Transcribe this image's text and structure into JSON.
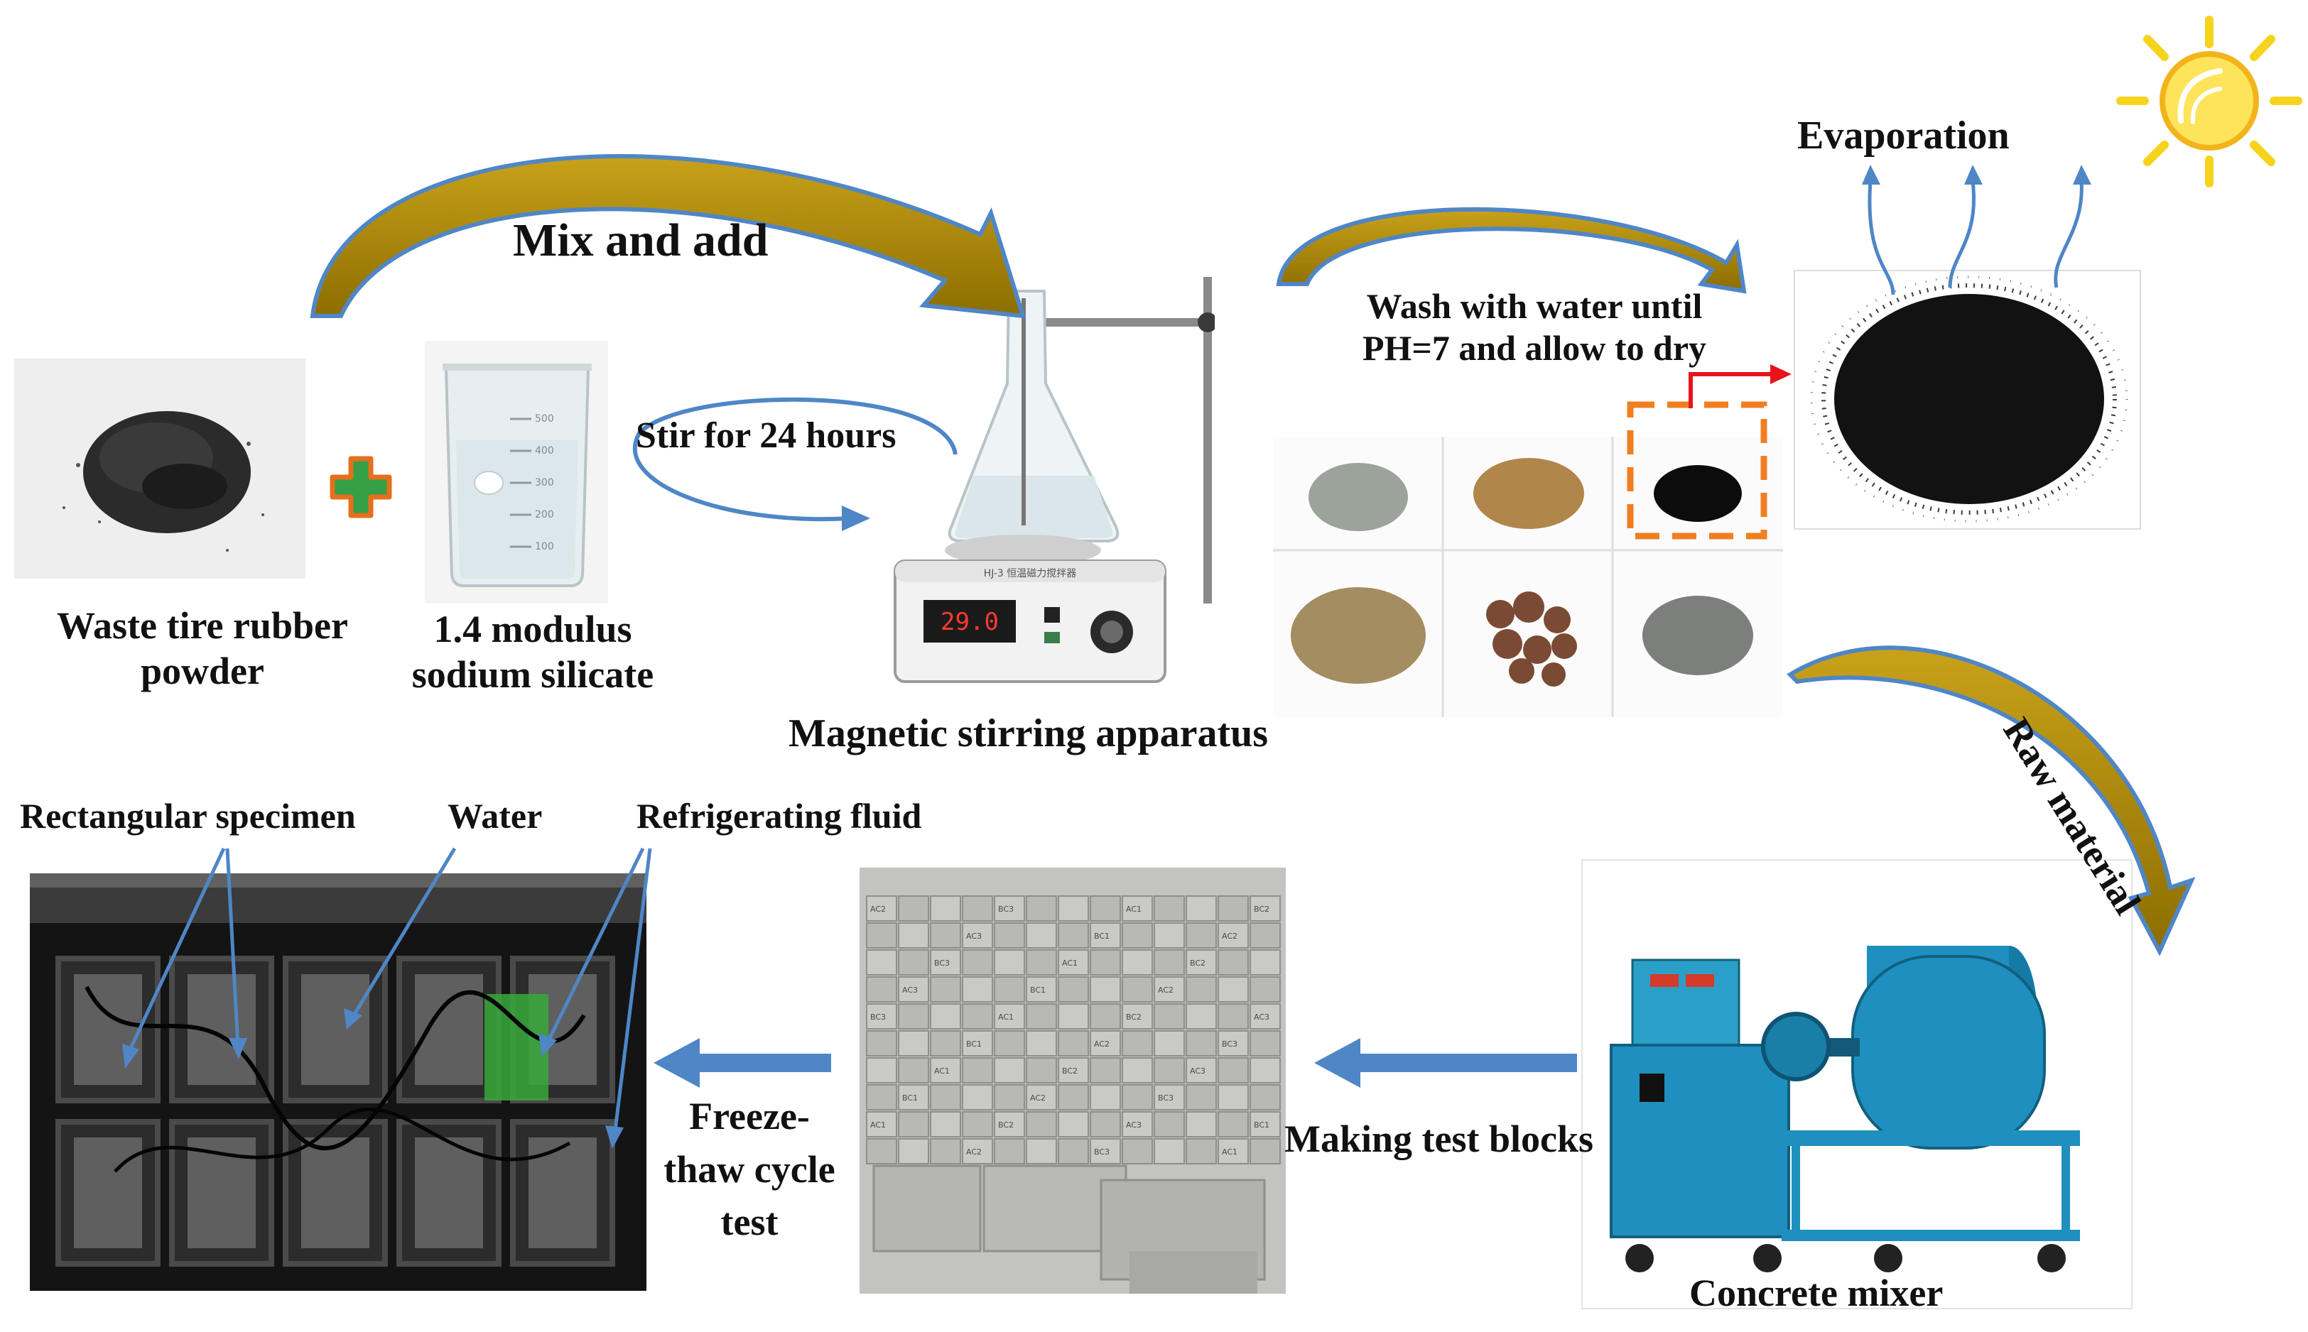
{
  "labels": {
    "mix_and_add": "Mix and add",
    "stir": "Stir for 24 hours",
    "waste_tire_line1": "Waste tire rubber",
    "waste_tire_line2": "powder",
    "sodium_line1": "1.4 modulus",
    "sodium_line2": "sodium silicate",
    "magnetic_stirrer": "Magnetic stirring apparatus",
    "wash_line1": "Wash with water until",
    "wash_line2": "PH=7 and allow to dry",
    "evaporation": "Evaporation",
    "raw_material": "Raw material",
    "concrete_mixer": "Concrete mixer",
    "making_blocks": "Making test blocks",
    "freeze_line1": "Freeze-",
    "freeze_line2": "thaw cycle",
    "freeze_line3": "test",
    "rect_specimen": "Rectangular specimen",
    "water": "Water",
    "refrigerating_fluid": "Refrigerating fluid"
  },
  "display": {
    "stirrer_readout": "29.0",
    "stirrer_model": "HJ-3 恒温磁力搅拌器",
    "beaker_marks": [
      "500",
      "400",
      "300",
      "200",
      "100"
    ],
    "block_marks": [
      "AC2",
      "BC3",
      "AC1",
      "BC2",
      "AC3",
      "BC1"
    ]
  },
  "colors": {
    "arrow_blue": "#4f86c6",
    "arrow_gold": "#a8860a",
    "plus_green": "#35a046",
    "plus_orange": "#e66f1e",
    "dashed_orange": "#f07f22",
    "pointer_red": "#e8141c",
    "sun_yellow": "#f6d31c",
    "mixer_blue": "#1f8fbf",
    "rubber_black": "#121212"
  },
  "icons": [
    "sun-icon",
    "plus-icon",
    "curved-arrow-icon",
    "straight-arrow-icon",
    "evaporation-arrow-icon"
  ]
}
